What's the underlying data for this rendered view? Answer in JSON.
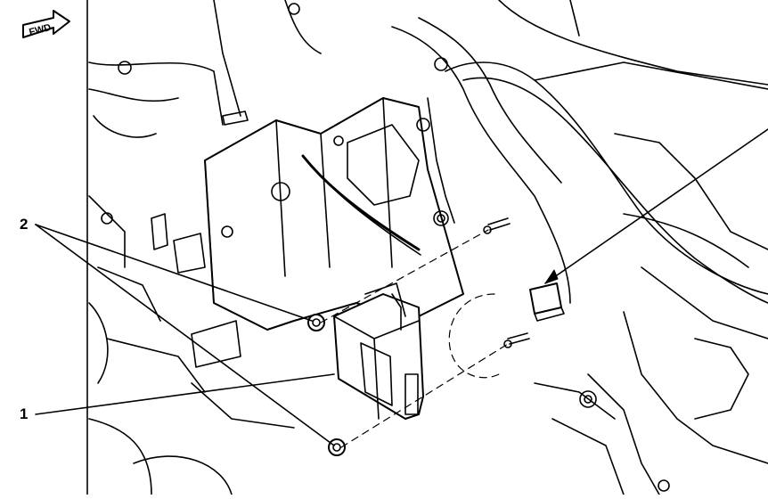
{
  "orientation": {
    "arrow_label": "FWD",
    "icon": "forward-arrow-icon"
  },
  "callouts": [
    {
      "id": "1",
      "label": "1"
    },
    {
      "id": "2",
      "label": "2"
    }
  ],
  "colors": {
    "line": "#000000",
    "background": "#ffffff"
  }
}
